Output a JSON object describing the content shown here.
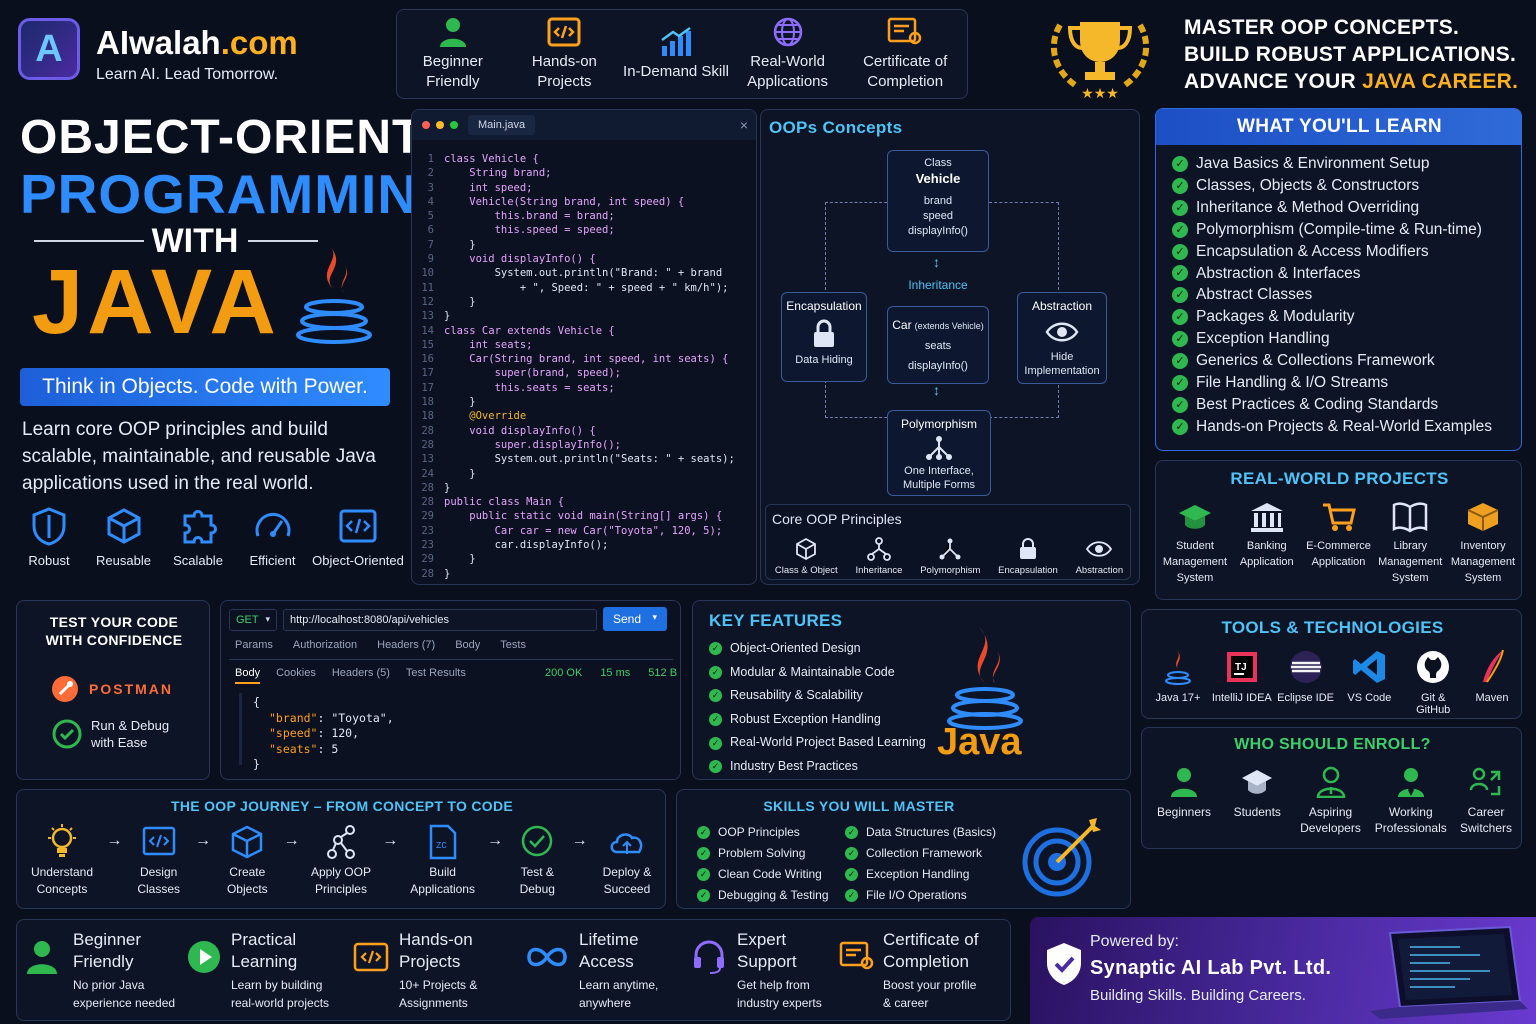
{
  "brand": {
    "name_main": "AIwalah",
    "name_suffix": ".com",
    "tagline": "Learn AI. Lead Tomorrow.",
    "logo_letter": "A"
  },
  "title": {
    "line1": "OBJECT-ORIENTED",
    "line2": "PROGRAMMING",
    "line3": "WITH",
    "line4": "JAVA"
  },
  "slogan": "Think in Objects. Code with Power.",
  "description": "Learn core OOP principles and build scalable, maintainable, and reusable Java applications used in the real world.",
  "traits": [
    {
      "label": "Robust",
      "icon": "shield-icon"
    },
    {
      "label": "Reusable",
      "icon": "cube-icon"
    },
    {
      "label": "Scalable",
      "icon": "puzzle-icon"
    },
    {
      "label": "Efficient",
      "icon": "gauge-icon"
    },
    {
      "label": "Object-Oriented",
      "icon": "code-icon"
    }
  ],
  "top_features": [
    {
      "label": "Beginner Friendly",
      "icon": "user-icon"
    },
    {
      "label": "Hands-on Projects",
      "icon": "code-icon"
    },
    {
      "label": "In-Demand Skill",
      "icon": "chart-icon"
    },
    {
      "label": "Real-World Applications",
      "icon": "globe-icon"
    },
    {
      "label": "Certificate of Completion",
      "icon": "certificate-icon"
    }
  ],
  "headline": {
    "line1": "MASTER OOP CONCEPTS.",
    "line2": "BUILD ROBUST APPLICATIONS.",
    "line3_a": "ADVANCE YOUR ",
    "line3_b": "JAVA CAREER."
  },
  "editor": {
    "tab": "Main.java",
    "close": "×",
    "lines": [
      {
        "n": "1",
        "code": "class Vehicle {"
      },
      {
        "n": "2",
        "code": "    String brand;"
      },
      {
        "n": "3",
        "code": "    int speed;"
      },
      {
        "n": "4",
        "code": "    Vehicle(String brand, int speed) {"
      },
      {
        "n": "5",
        "code": "        this.brand = brand;"
      },
      {
        "n": "6",
        "code": "        this.speed = speed;"
      },
      {
        "n": "7",
        "code": "    }"
      },
      {
        "n": "9",
        "code": "    void displayInfo() {"
      },
      {
        "n": "10",
        "code": "        System.out.println(\"Brand: \" + brand"
      },
      {
        "n": "11",
        "code": "            + \", Speed: \" + speed + \" km/h\");"
      },
      {
        "n": "12",
        "code": "    }"
      },
      {
        "n": "13",
        "code": "}"
      },
      {
        "n": "14",
        "code": "class Car extends Vehicle {"
      },
      {
        "n": "15",
        "code": "    int seats;"
      },
      {
        "n": "16",
        "code": "    Car(String brand, int speed, int seats) {"
      },
      {
        "n": "17",
        "code": "        super(brand, speed);"
      },
      {
        "n": "17",
        "code": "        this.seats = seats;"
      },
      {
        "n": "18",
        "code": "    }"
      },
      {
        "n": "18",
        "code": "    @Override"
      },
      {
        "n": "28",
        "code": "    void displayInfo() {"
      },
      {
        "n": "28",
        "code": "        super.displayInfo();"
      },
      {
        "n": "13",
        "code": "        System.out.println(\"Seats: \" + seats);"
      },
      {
        "n": "24",
        "code": "    }"
      },
      {
        "n": "28",
        "code": "}"
      },
      {
        "n": "28",
        "code": "public class Main {"
      },
      {
        "n": "29",
        "code": "    public static void main(String[] args) {"
      },
      {
        "n": "23",
        "code": "        Car car = new Car(\"Toyota\", 120, 5);"
      },
      {
        "n": "23",
        "code": "        car.displayInfo();"
      },
      {
        "n": "29",
        "code": "    }"
      },
      {
        "n": "28",
        "code": "}"
      }
    ]
  },
  "oops": {
    "title": "OOPs Concepts",
    "vehicle": {
      "kind": "Class",
      "name": "Vehicle",
      "f1": "brand",
      "f2": "speed",
      "f3": "displayInfo()"
    },
    "inheritance": "Inheritance",
    "car": {
      "name": "Car",
      "ext": "(extends Vehicle)",
      "f1": "seats",
      "f2": "displayInfo()"
    },
    "encapsulation": {
      "name": "Encapsulation",
      "desc": "Data Hiding"
    },
    "abstraction": {
      "name": "Abstraction",
      "desc": "Hide Implementation"
    },
    "polymorphism": {
      "name": "Polymorphism",
      "desc": "One Interface, Multiple Forms"
    },
    "core_title": "Core OOP Principles",
    "core": [
      {
        "label": "Class & Object",
        "icon": "cube-icon"
      },
      {
        "label": "Inheritance",
        "icon": "hierarchy-icon"
      },
      {
        "label": "Polymorphism",
        "icon": "branch-icon"
      },
      {
        "label": "Encapsulation",
        "icon": "lock-icon"
      },
      {
        "label": "Abstraction",
        "icon": "eye-icon"
      }
    ]
  },
  "learn": {
    "title": "WHAT YOU'LL LEARN",
    "items": [
      "Java Basics & Environment Setup",
      "Classes, Objects & Constructors",
      "Inheritance & Method Overriding",
      "Polymorphism (Compile-time & Run-time)",
      "Encapsulation & Access Modifiers",
      "Abstraction & Interfaces",
      "Abstract Classes",
      "Packages & Modularity",
      "Exception Handling",
      "Generics & Collections Framework",
      "File Handling & I/O Streams",
      "Best Practices & Coding Standards",
      "Hands-on Projects & Real-World Examples"
    ]
  },
  "projects": {
    "title": "REAL-WORLD PROJECTS",
    "items": [
      {
        "label": "Student Management System",
        "icon": "graduation-cap-icon"
      },
      {
        "label": "Banking Application",
        "icon": "bank-icon"
      },
      {
        "label": "E-Commerce Application",
        "icon": "cart-icon"
      },
      {
        "label": "Library Management System",
        "icon": "book-icon"
      },
      {
        "label": "Inventory Management System",
        "icon": "box-icon"
      }
    ]
  },
  "tools": {
    "title": "TOOLS & TECHNOLOGIES",
    "items": [
      {
        "label": "Java 17+",
        "icon": "java-icon"
      },
      {
        "label": "IntelliJ IDEA",
        "icon": "intellij-icon"
      },
      {
        "label": "Eclipse IDE",
        "icon": "eclipse-icon"
      },
      {
        "label": "VS Code",
        "icon": "vscode-icon"
      },
      {
        "label": "Git & GitHub",
        "icon": "github-icon"
      },
      {
        "label": "Maven",
        "icon": "maven-icon"
      }
    ]
  },
  "enroll": {
    "title": "WHO SHOULD ENROLL?",
    "items": [
      {
        "label": "Beginners",
        "icon": "user-icon"
      },
      {
        "label": "Students",
        "icon": "graduation-cap-icon"
      },
      {
        "label": "Aspiring Developers",
        "icon": "developer-icon"
      },
      {
        "label": "Working Professionals",
        "icon": "professional-icon"
      },
      {
        "label": "Career Switchers",
        "icon": "switch-icon"
      }
    ]
  },
  "test": {
    "title1": "TEST YOUR CODE",
    "title2": "WITH CONFIDENCE",
    "postman": "POSTMAN",
    "run1": "Run & Debug",
    "run2": "with Ease"
  },
  "api": {
    "method": "GET",
    "url": "http://localhost:8080/api/vehicles",
    "send": "Send",
    "req_tabs": [
      "Params",
      "Authorization",
      "Headers (7)",
      "Body",
      "Tests"
    ],
    "res_tabs": [
      "Body",
      "Cookies",
      "Headers (5)",
      "Test Results"
    ],
    "status": "200 OK",
    "time": "15 ms",
    "size": "512 B",
    "json": [
      {
        "t": "{"
      },
      {
        "k": "\"brand\"",
        "v": "\"Toyota\","
      },
      {
        "k": "\"speed\"",
        "v": "120,"
      },
      {
        "k": "\"seats\"",
        "v": "5"
      },
      {
        "t": "}"
      }
    ]
  },
  "key": {
    "title": "KEY FEATURES",
    "items": [
      "Object-Oriented Design",
      "Modular & Maintainable Code",
      "Reusability & Scalability",
      "Robust Exception Handling",
      "Real-World Project Based Learning",
      "Industry Best Practices"
    ],
    "java_word": "Java"
  },
  "journey": {
    "title": "THE OOP JOURNEY – FROM CONCEPT TO CODE",
    "steps": [
      {
        "label": "Understand Concepts",
        "icon": "bulb-icon"
      },
      {
        "label": "Design Classes",
        "icon": "code-icon"
      },
      {
        "label": "Create Objects",
        "icon": "cube-icon"
      },
      {
        "label": "Apply OOP Principles",
        "icon": "branch-icon"
      },
      {
        "label": "Build Applications",
        "icon": "file-icon"
      },
      {
        "label": "Test & Debug",
        "icon": "check-icon"
      },
      {
        "label": "Deploy & Succeed",
        "icon": "cloud-icon"
      }
    ]
  },
  "skills": {
    "title": "SKILLS YOU WILL MASTER",
    "col1": [
      "OOP Principles",
      "Problem Solving",
      "Clean Code Writing",
      "Debugging & Testing"
    ],
    "col2": [
      "Data Structures (Basics)",
      "Collection Framework",
      "Exception Handling",
      "File I/O Operations"
    ]
  },
  "bottom": [
    {
      "t1": "Beginner",
      "t2": "Friendly",
      "d1": "No prior Java",
      "d2": "experience needed",
      "icon": "user-icon"
    },
    {
      "t1": "Practical",
      "t2": "Learning",
      "d1": "Learn by building",
      "d2": "real-world projects",
      "icon": "play-icon"
    },
    {
      "t1": "Hands-on",
      "t2": "Projects",
      "d1": "10+ Projects &",
      "d2": "Assignments",
      "icon": "code-icon"
    },
    {
      "t1": "Lifetime",
      "t2": "Access",
      "d1": "Learn anytime,",
      "d2": "anywhere",
      "icon": "infinity-icon"
    },
    {
      "t1": "Expert",
      "t2": "Support",
      "d1": "Get help from",
      "d2": "industry experts",
      "icon": "headset-icon"
    },
    {
      "t1": "Certificate of",
      "t2": "Completion",
      "d1": "Boost your profile",
      "d2": "& career",
      "icon": "certificate-icon"
    }
  ],
  "powered": {
    "by": "Powered by:",
    "company": "Synaptic AI Lab Pvt. Ltd.",
    "tag": "Building Skills. Building Careers."
  },
  "colors": {
    "bg": "#0a0f1e",
    "accent_blue": "#2f8cff",
    "java_orange": "#f39c12",
    "green": "#2fb84f",
    "cyan": "#4fc3f7"
  }
}
